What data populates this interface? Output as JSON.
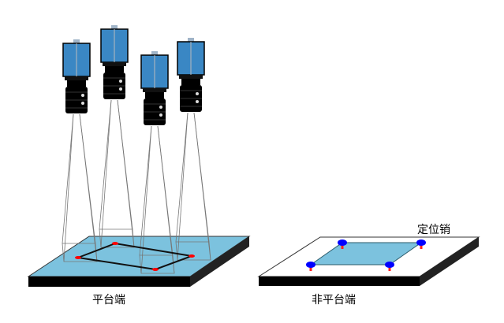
{
  "labels": {
    "platform_side": "平台端",
    "non_platform_side": "非平台端",
    "locating_pin": "定位销"
  },
  "colors": {
    "camera_body": "#3a87c4",
    "platform_surface": "#7cc2de",
    "marker": "#ff0000",
    "pin_head": "#0000ff"
  }
}
